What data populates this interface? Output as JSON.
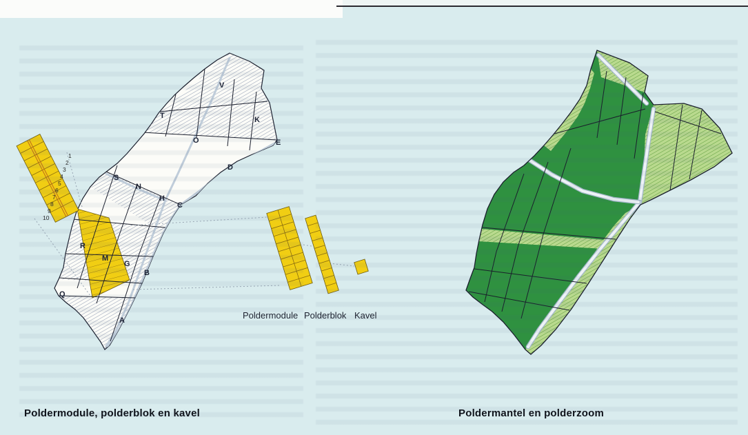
{
  "left_map": {
    "caption": "Poldermodule, polderblok en kavel",
    "section_labels": [
      {
        "text": "V"
      },
      {
        "text": "T"
      },
      {
        "text": "O"
      },
      {
        "text": "K"
      },
      {
        "text": "E"
      },
      {
        "text": "D"
      },
      {
        "text": "S"
      },
      {
        "text": "N"
      },
      {
        "text": "H"
      },
      {
        "text": "C"
      },
      {
        "text": "R"
      },
      {
        "text": "M"
      },
      {
        "text": "G"
      },
      {
        "text": "B"
      },
      {
        "text": "Q"
      },
      {
        "text": "A"
      }
    ],
    "module_numbers": [
      "1",
      "2",
      "3",
      "4",
      "5",
      "6",
      "7",
      "8",
      "9",
      "10"
    ]
  },
  "legend": {
    "items": [
      {
        "label": "Poldermodule"
      },
      {
        "label": "Polderblok"
      },
      {
        "label": "Kavel"
      }
    ]
  },
  "right_map": {
    "caption": "Poldermantel en polderzoom"
  },
  "colors": {
    "background": "#d9ecee",
    "map_white": "#fcfcf8",
    "highlight_yellow": "#f1ce13",
    "green_dark": "#2f9140",
    "green_light": "#b9da8e",
    "ink": "#1a1e2c",
    "road": "#c0cdda",
    "caption_ink": "#10141c"
  }
}
